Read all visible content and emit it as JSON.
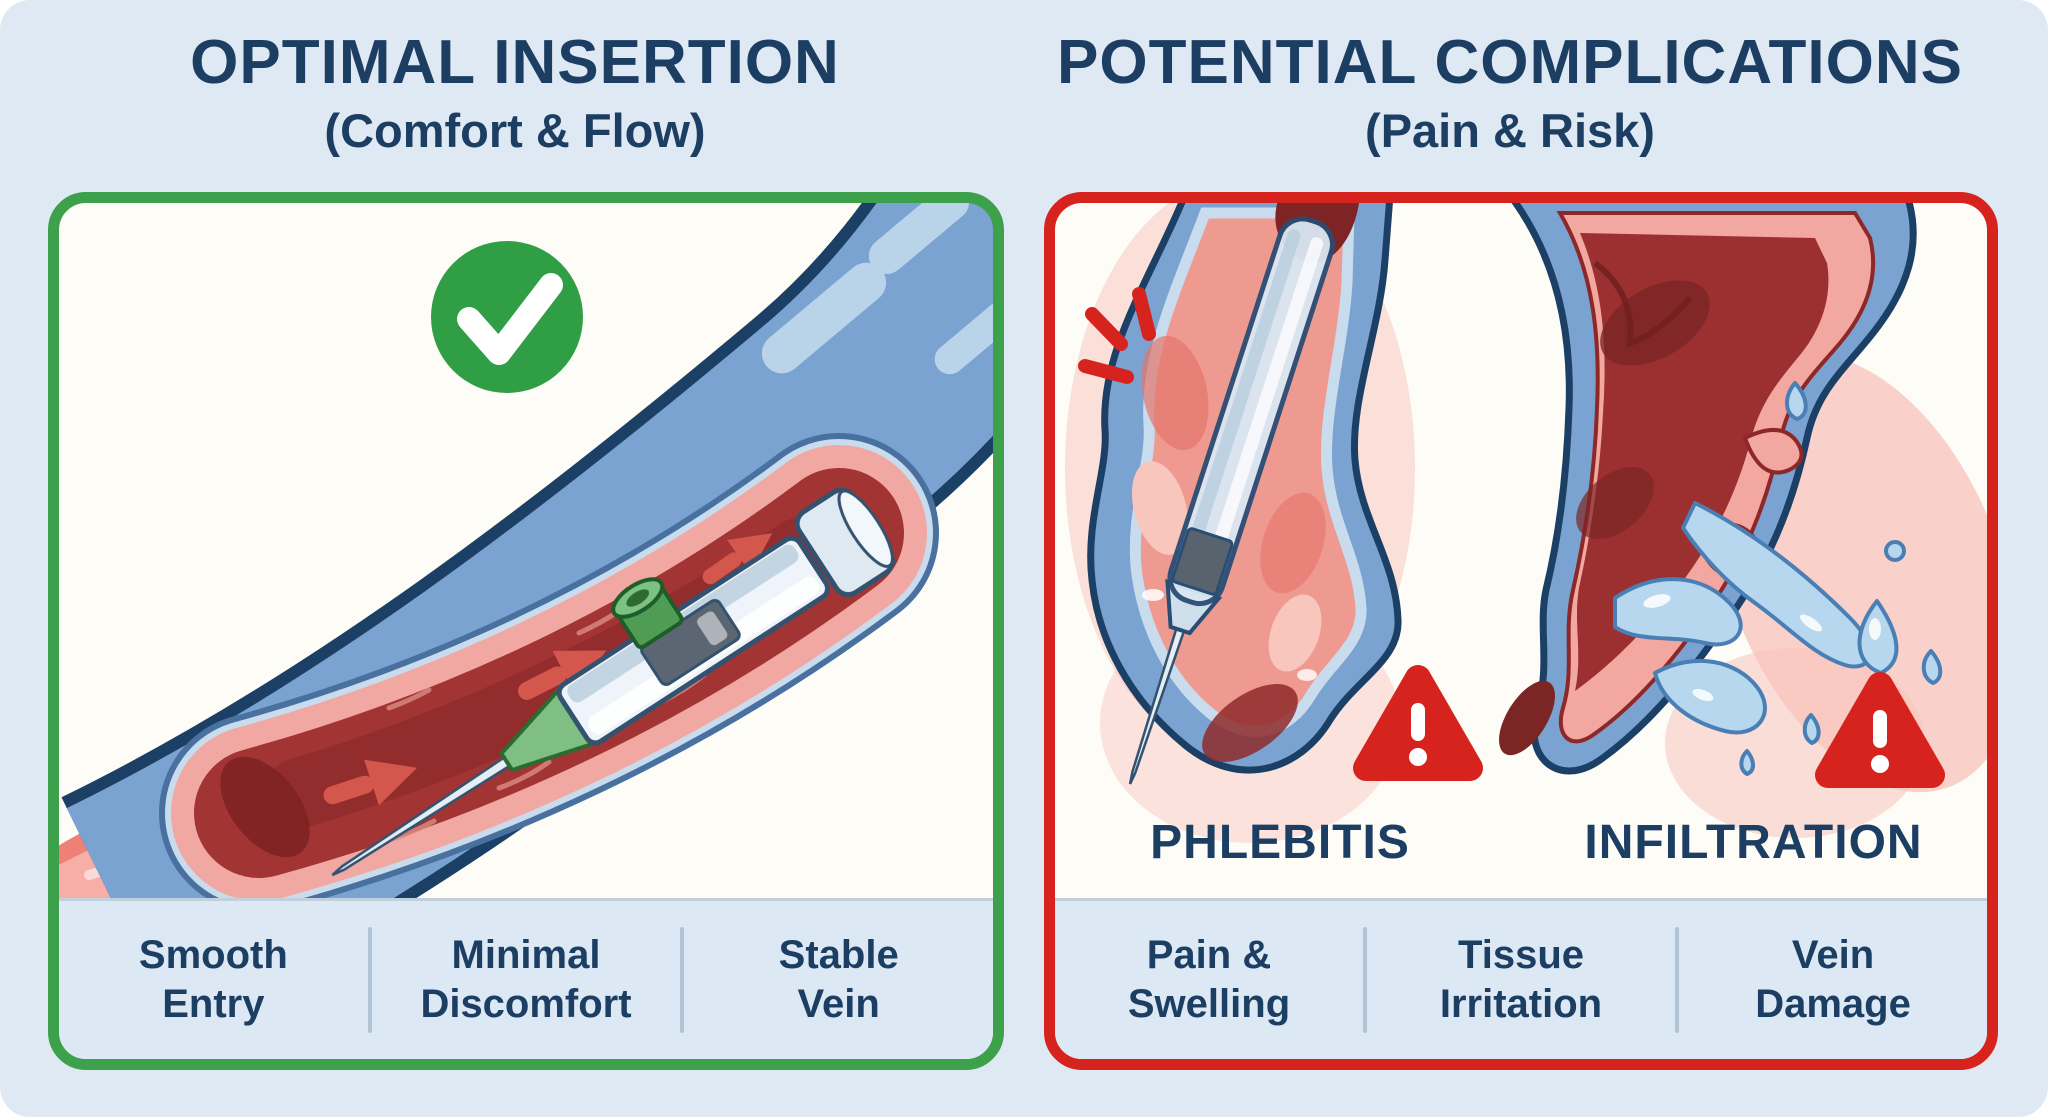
{
  "colors": {
    "page_bg": "#dfe9f4",
    "panel_bg": "#fdfcf7",
    "green": "#3da14b",
    "red": "#d7231e",
    "navy": "#1d3e63",
    "footer_bg": "#dce8f4",
    "footer_line": "#c2cfdc",
    "divider": "#b2c3d6",
    "check_green": "#2f9e44",
    "warning_red": "#d7231e",
    "vein_blue": "#7aa3d1",
    "vein_outline": "#1c3f66",
    "lining_pink": "#f2a8a2",
    "lumen_red": "#a33434",
    "fluid_blue": "#b6d7ee"
  },
  "left_panel": {
    "title": "OPTIMAL INSERTION",
    "subtitle": "(Comfort & Flow)",
    "icons": {
      "check": "green-checkmark"
    },
    "footer": {
      "items": [
        {
          "line1": "Smooth",
          "line2": "Entry"
        },
        {
          "line1": "Minimal",
          "line2": "Discomfort"
        },
        {
          "line1": "Stable",
          "line2": "Vein"
        }
      ]
    }
  },
  "right_panel": {
    "title": "POTENTIAL COMPLICATIONS",
    "subtitle": "(Pain & Risk)",
    "complications": [
      {
        "label": "PHLEBITIS"
      },
      {
        "label": "INFILTRATION"
      }
    ],
    "footer": {
      "items": [
        {
          "line1": "Pain &",
          "line2": "Swelling"
        },
        {
          "line1": "Tissue",
          "line2": "Irritation"
        },
        {
          "line1": "Vein",
          "line2": "Damage"
        }
      ]
    }
  }
}
